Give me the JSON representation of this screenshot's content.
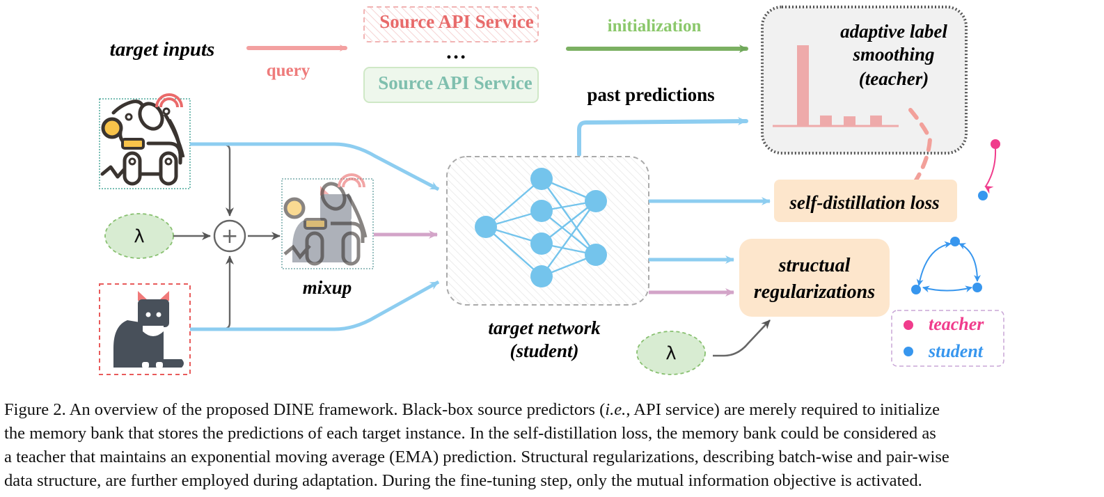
{
  "colors": {
    "query_red": "#ee7b7b",
    "source_red": "#e86a6a",
    "source_green": "#7fbfae",
    "init_green": "#8bc86b",
    "init_arrow": "#6fa75a",
    "blue_flow": "#7cc4ee",
    "node_blue": "#74c4ec",
    "purple_flow": "#d3a4c8",
    "gray_flow": "#6b6b6b",
    "loss_bg": "#fde6cc",
    "teacher_pink": "#f03c8c",
    "student_blue": "#3796ee",
    "bar_red": "#eeaaaa",
    "lambda_bg": "#d8ecd2",
    "lambda_border": "#88c070"
  },
  "labels": {
    "target_inputs": "target inputs",
    "query": "query",
    "source_api_1": "Source API Service",
    "ellipsis": "…",
    "source_api_2": "Source API Service",
    "initialization": "initialization",
    "past_predictions": "past predictions",
    "teacher_box_line1": "adaptive label",
    "teacher_box_line2": "smoothing",
    "teacher_box_line3": "(teacher)",
    "lambda_1": "λ",
    "lambda_2": "λ",
    "plus": "+",
    "mixup": "mixup",
    "target_network_line1": "target network",
    "target_network_line2": "(student)",
    "self_distillation_loss": "self-distillation loss",
    "structual_line1": "structual",
    "structual_line2": "regularizations",
    "legend_teacher": "teacher",
    "legend_student": "student"
  },
  "icons": {
    "input_1": "robot-dog-icon",
    "input_2": "cat-icon",
    "mixed": "mixup-robot-dog-cat-icon",
    "network": "neural-network-icon",
    "label_distribution": "bar-histogram-icon"
  },
  "label_distribution": {
    "relative_values": [
      1.0,
      0.13,
      0.12,
      0.13
    ]
  },
  "caption": {
    "line1_a": "Figure 2. An overview of the proposed DINE framework. Black-box source predictors (",
    "line1_ie": "i.e.",
    "line1_b": ", API service) are merely required to initialize",
    "line2": "the memory bank that stores the predictions of each target instance. In the self-distillation loss, the memory bank could be considered as",
    "line3": "a teacher that maintains an exponential moving average (EMA) prediction. Structural regularizations, describing batch-wise and pair-wise",
    "line4": "data structure, are further employed during adaptation. During the fine-tuning step, only the mutual information objective is activated."
  }
}
